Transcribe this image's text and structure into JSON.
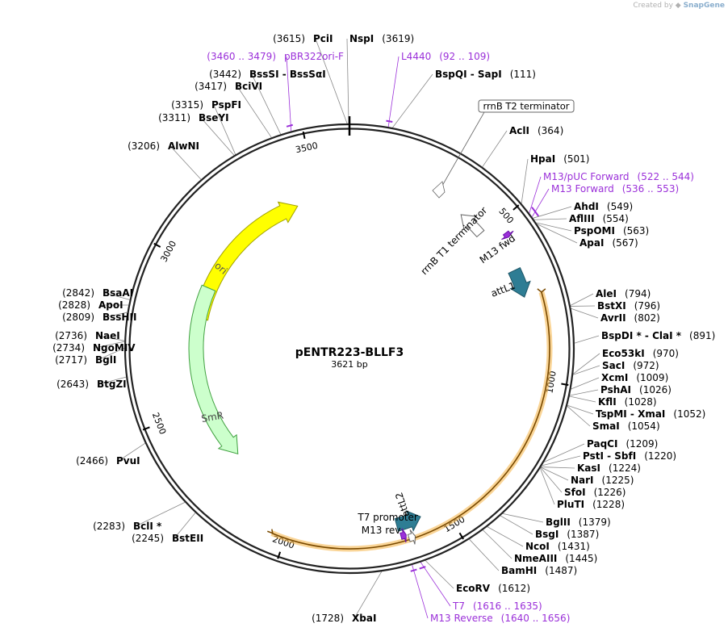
{
  "credit": {
    "prefix": "Created by",
    "brand": "SnapGene"
  },
  "plasmid": {
    "name": "pENTR223-BLLF3",
    "size_label": "3621 bp",
    "length": 3621
  },
  "ticks": [
    {
      "pos": 500,
      "label": "500"
    },
    {
      "pos": 1000,
      "label": "1000"
    },
    {
      "pos": 1500,
      "label": "1500"
    },
    {
      "pos": 2000,
      "label": "2000"
    },
    {
      "pos": 2500,
      "label": "2500"
    },
    {
      "pos": 3000,
      "label": "3000"
    },
    {
      "pos": 3500,
      "label": "3500"
    }
  ],
  "features": [
    {
      "name": "ori",
      "start": 2830,
      "end": 3420,
      "dir": "cw",
      "color": "#ffff00",
      "edge": "#a0a000",
      "text_color": "#555"
    },
    {
      "name": "SmR",
      "start": 2280,
      "end": 2950,
      "dir": "ccw",
      "color": "#ccffcc",
      "edge": "#40a040",
      "text_color": "#444"
    },
    {
      "name": "attL1",
      "start": 650,
      "end": 740,
      "dir": "cw",
      "color": "#2e7d94",
      "edge": "#1d5566",
      "text_color": "#000"
    },
    {
      "name": "attL2",
      "start": 1580,
      "end": 1660,
      "dir": "ccw",
      "color": "#2e7d94",
      "edge": "#1d5566",
      "text_color": "#000"
    },
    {
      "name": "M13 fwd",
      "start": 538,
      "end": 553,
      "dir": "cw",
      "color": "#9b30d9",
      "edge": "#6b10a9",
      "text_color": "#000"
    },
    {
      "name": "M13 rev",
      "start": 1640,
      "end": 1656,
      "dir": "ccw",
      "color": "#9b30d9",
      "edge": "#6b10a9",
      "text_color": "#000"
    },
    {
      "name": "rrnB T1 terminator",
      "start": 400,
      "end": 490,
      "dir": "ccw",
      "color": "#ffffff",
      "edge": "#666",
      "text_color": "#000"
    },
    {
      "name": "T7 promoter",
      "start": 1616,
      "end": 1635,
      "dir": "ccw",
      "color": "#ffffff",
      "edge": "#666",
      "text_color": "#000"
    }
  ],
  "insert": {
    "start": 740,
    "end": 2040,
    "color": "#f5b342"
  },
  "callout": {
    "label": "rrnB T2 terminator"
  },
  "sites": [
    {
      "id": "pcii",
      "name": "PciI",
      "num": "(3615)",
      "side": "L",
      "pos": 3615
    },
    {
      "id": "nspi",
      "name": "NspI",
      "num": "(3619)",
      "side": "R",
      "pos": 3619
    },
    {
      "id": "pbr322",
      "primer": true,
      "name": "pBR322ori-F",
      "num": "(3460 .. 3479)",
      "side": "L",
      "pos": 3470
    },
    {
      "id": "l4440",
      "primer": true,
      "name": "L4440",
      "num": "(92 .. 109)",
      "side": "R",
      "pos": 100
    },
    {
      "id": "bsssi",
      "name": "BssSI - BssSαI",
      "num": "(3442)",
      "side": "L",
      "pos": 3442
    },
    {
      "id": "bspqi",
      "name": "BspQI - SapI",
      "num": "(111)",
      "side": "R",
      "pos": 111
    },
    {
      "id": "bcivi",
      "name": "BciVI",
      "num": "(3417)",
      "side": "L",
      "pos": 3417
    },
    {
      "id": "pspfi",
      "name": "PspFI",
      "num": "(3315)",
      "side": "L",
      "pos": 3315
    },
    {
      "id": "bseyi",
      "name": "BseYI",
      "num": "(3311)",
      "side": "L",
      "pos": 3311
    },
    {
      "id": "acli",
      "name": "AclI",
      "num": "(364)",
      "side": "R",
      "pos": 364
    },
    {
      "id": "alwni",
      "name": "AlwNI",
      "num": "(3206)",
      "side": "L",
      "pos": 3206
    },
    {
      "id": "hpai",
      "name": "HpaI",
      "num": "(501)",
      "side": "R",
      "pos": 501
    },
    {
      "id": "m13puc",
      "primer": true,
      "name": "M13/pUC Forward",
      "num": "(522 .. 544)",
      "side": "R",
      "pos": 533
    },
    {
      "id": "m13fwd",
      "primer": true,
      "name": "M13 Forward",
      "num": "(536 .. 553)",
      "side": "R",
      "pos": 545
    },
    {
      "id": "ahdi",
      "name": "AhdI",
      "num": "(549)",
      "side": "R",
      "pos": 549
    },
    {
      "id": "aflii",
      "name": "AflIII",
      "num": "(554)",
      "side": "R",
      "pos": 554
    },
    {
      "id": "pspomi",
      "name": "PspOMI",
      "num": "(563)",
      "side": "R",
      "pos": 563
    },
    {
      "id": "apai",
      "name": "ApaI",
      "num": "(567)",
      "side": "R",
      "pos": 567
    },
    {
      "id": "bsaai",
      "name": "BsaAI",
      "num": "(2842)",
      "side": "L",
      "pos": 2842
    },
    {
      "id": "apoi",
      "name": "ApoI",
      "num": "(2828)",
      "side": "L",
      "pos": 2828
    },
    {
      "id": "bsshii",
      "name": "BssHII",
      "num": "(2809)",
      "side": "L",
      "pos": 2809
    },
    {
      "id": "alei",
      "name": "AleI",
      "num": "(794)",
      "side": "R",
      "pos": 794
    },
    {
      "id": "bstxi",
      "name": "BstXI",
      "num": "(796)",
      "side": "R",
      "pos": 796
    },
    {
      "id": "avrii",
      "name": "AvrII",
      "num": "(802)",
      "side": "R",
      "pos": 802
    },
    {
      "id": "naei",
      "name": "NaeI",
      "num": "(2736)",
      "side": "L",
      "pos": 2736
    },
    {
      "id": "ngomiv",
      "name": "NgoMIV",
      "num": "(2734)",
      "side": "L",
      "pos": 2734
    },
    {
      "id": "bgli",
      "name": "BglI",
      "num": "(2717)",
      "side": "L",
      "pos": 2717
    },
    {
      "id": "bspdi",
      "name": "BspDI * - ClaI *",
      "num": "(891)",
      "side": "R",
      "pos": 891
    },
    {
      "id": "btgzi",
      "name": "BtgZI",
      "num": "(2643)",
      "side": "L",
      "pos": 2643
    },
    {
      "id": "eco53ki",
      "name": "Eco53kI",
      "num": "(970)",
      "side": "R",
      "pos": 970
    },
    {
      "id": "saci",
      "name": "SacI",
      "num": "(972)",
      "side": "R",
      "pos": 972
    },
    {
      "id": "xcmi",
      "name": "XcmI",
      "num": "(1009)",
      "side": "R",
      "pos": 1009
    },
    {
      "id": "pshai",
      "name": "PshAI",
      "num": "(1026)",
      "side": "R",
      "pos": 1026
    },
    {
      "id": "kfli",
      "name": "KflI",
      "num": "(1028)",
      "side": "R",
      "pos": 1028
    },
    {
      "id": "tspmi",
      "name": "TspMI - XmaI",
      "num": "(1052)",
      "side": "R",
      "pos": 1052
    },
    {
      "id": "smai",
      "name": "SmaI",
      "num": "(1054)",
      "side": "R",
      "pos": 1054
    },
    {
      "id": "pvui",
      "name": "PvuI",
      "num": "(2466)",
      "side": "L",
      "pos": 2466
    },
    {
      "id": "paqci",
      "name": "PaqCI",
      "num": "(1209)",
      "side": "R",
      "pos": 1209
    },
    {
      "id": "psti",
      "name": "PstI - SbfI",
      "num": "(1220)",
      "side": "R",
      "pos": 1220
    },
    {
      "id": "kasi",
      "name": "KasI",
      "num": "(1224)",
      "side": "R",
      "pos": 1224
    },
    {
      "id": "nari",
      "name": "NarI",
      "num": "(1225)",
      "side": "R",
      "pos": 1225
    },
    {
      "id": "sfoi",
      "name": "SfoI",
      "num": "(1226)",
      "side": "R",
      "pos": 1226
    },
    {
      "id": "pluti",
      "name": "PluTI",
      "num": "(1228)",
      "side": "R",
      "pos": 1228
    },
    {
      "id": "bclii",
      "name": "BclI *",
      "num": "(2283)",
      "side": "L",
      "pos": 2283
    },
    {
      "id": "bsteii",
      "name": "BstEII",
      "num": "(2245)",
      "side": "L",
      "pos": 2245
    },
    {
      "id": "bglii",
      "name": "BglII",
      "num": "(1379)",
      "side": "R",
      "pos": 1379
    },
    {
      "id": "bsgi",
      "name": "BsgI",
      "num": "(1387)",
      "side": "R",
      "pos": 1387
    },
    {
      "id": "ncoi",
      "name": "NcoI",
      "num": "(1431)",
      "side": "R",
      "pos": 1431
    },
    {
      "id": "nmeaiii",
      "name": "NmeAIII",
      "num": "(1445)",
      "side": "R",
      "pos": 1445
    },
    {
      "id": "bamhi",
      "name": "BamHI",
      "num": "(1487)",
      "side": "R",
      "pos": 1487
    },
    {
      "id": "ecorv",
      "name": "EcoRV",
      "num": "(1612)",
      "side": "R",
      "pos": 1612
    },
    {
      "id": "t7",
      "primer": true,
      "name": "T7",
      "num": "(1616 .. 1635)",
      "side": "R",
      "pos": 1625
    },
    {
      "id": "m13rev",
      "primer": true,
      "name": "M13 Reverse",
      "num": "(1640 .. 1656)",
      "side": "R",
      "pos": 1648
    },
    {
      "id": "xbai",
      "name": "XbaI",
      "num": "(1728)",
      "side": "L",
      "pos": 1728
    }
  ]
}
